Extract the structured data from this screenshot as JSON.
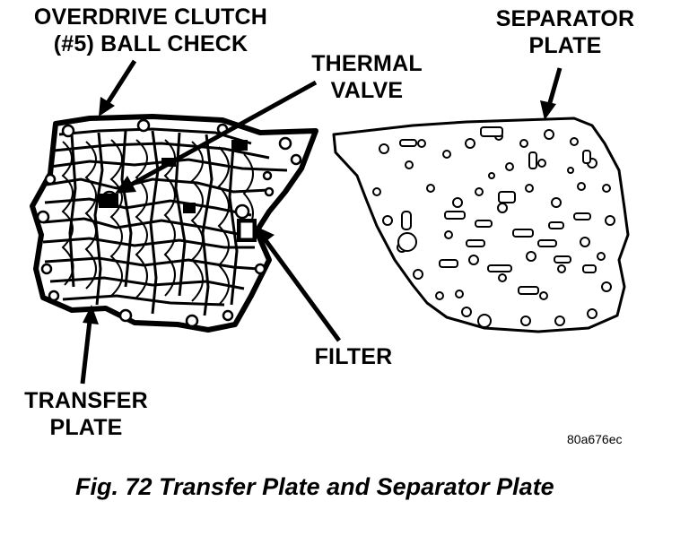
{
  "labels": {
    "overdrive_line1": "OVERDRIVE CLUTCH",
    "overdrive_line2": "(#5) BALL CHECK",
    "separator_line1": "SEPARATOR",
    "separator_line2": "PLATE",
    "thermal_line1": "THERMAL",
    "thermal_line2": "VALVE",
    "filter": "FILTER",
    "transfer_line1": "TRANSFER",
    "transfer_line2": "PLATE"
  },
  "figure_code": "80a676ec",
  "caption": "Fig. 72 Transfer Plate and Separator Plate"
}
